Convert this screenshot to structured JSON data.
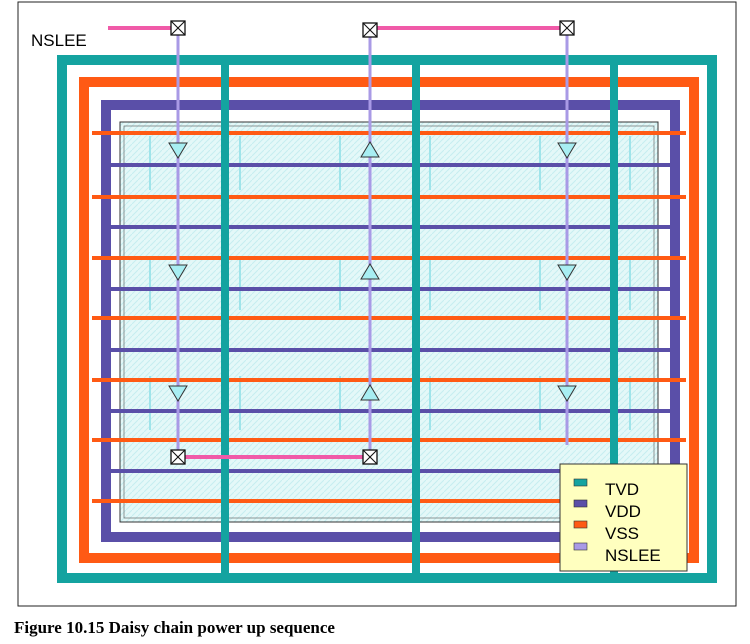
{
  "diagram": {
    "pin_label": "NSLEE",
    "legend": [
      {
        "key": "tvd",
        "label": "TVD",
        "color": "#14a3a0"
      },
      {
        "key": "vdd",
        "label": "VDD",
        "color": "#5a4fa8"
      },
      {
        "key": "vss",
        "label": "VSS",
        "color": "#ff5a14"
      },
      {
        "key": "nslee",
        "label": "NSLEE",
        "color": "#a99ae6"
      }
    ],
    "colors": {
      "tvd": "#14a3a0",
      "vdd": "#5a4fa8",
      "vss": "#ff5a14",
      "nslee": "#a99ae6",
      "connector": "#f05aa8",
      "core_fill": "#dff7f7",
      "legend_fill": "#ffffbf",
      "buffer_fill": "#a8eef2"
    }
  },
  "caption": "Figure 10.15 Daisy chain power up sequence"
}
